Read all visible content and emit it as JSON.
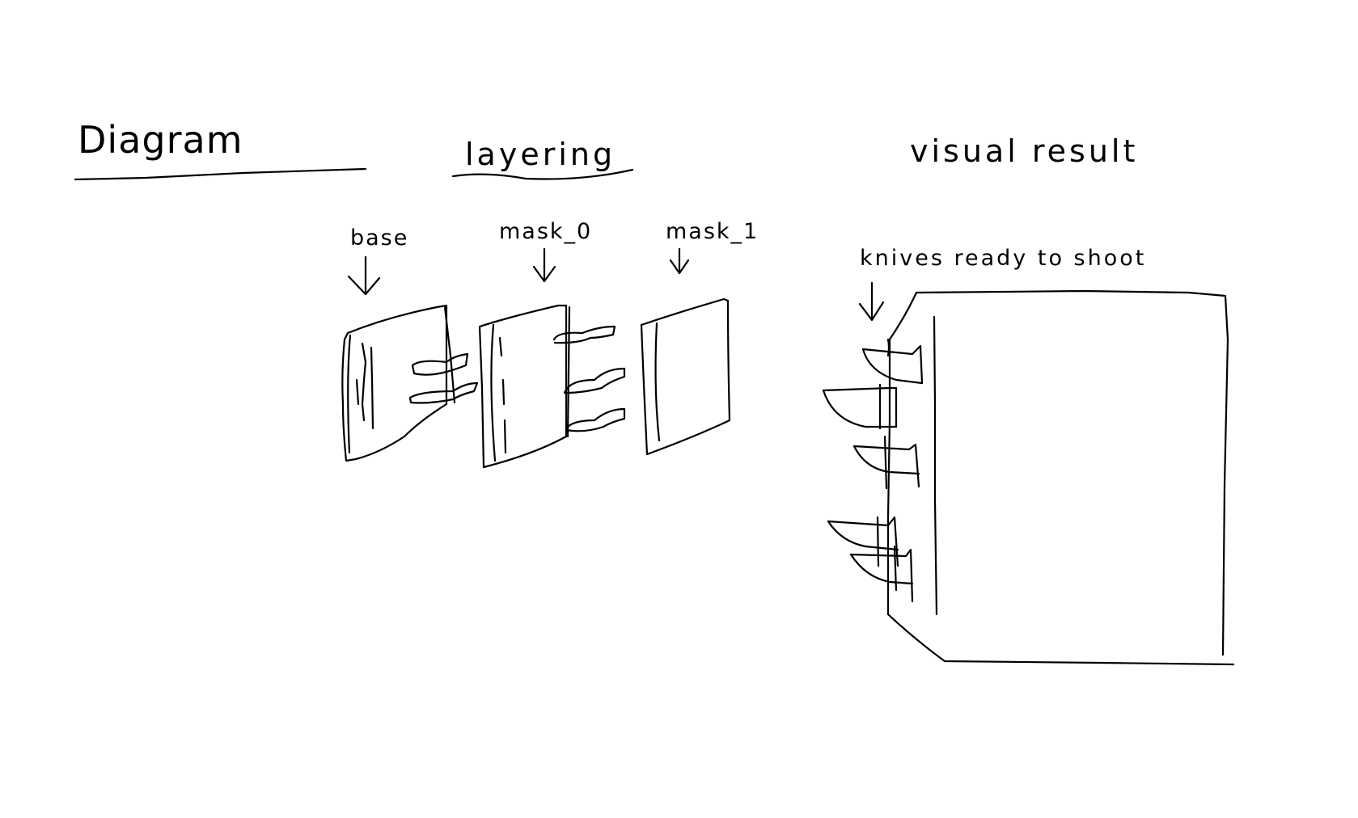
{
  "titles": {
    "diagram": "Diagram",
    "layering": "layering",
    "visual_result": "visual result"
  },
  "layers": [
    {
      "label": "base"
    },
    {
      "label": "mask_0"
    },
    {
      "label": "mask_1"
    }
  ],
  "annotation": "knives ready to shoot",
  "ink_color": "#000000"
}
